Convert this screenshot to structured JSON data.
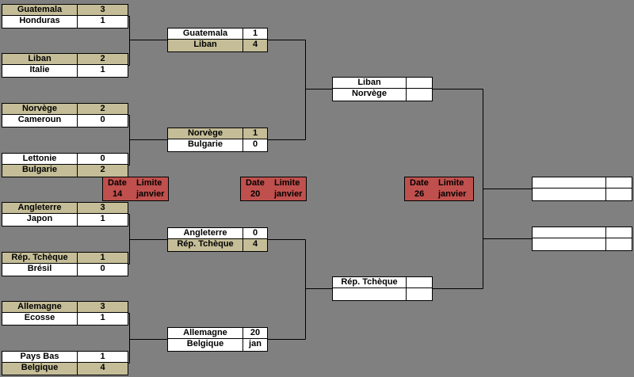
{
  "round1": [
    {
      "team1": {
        "name": "Guatemala",
        "score": "3",
        "winner": true
      },
      "team2": {
        "name": "Honduras",
        "score": "1",
        "winner": false
      }
    },
    {
      "team1": {
        "name": "Liban",
        "score": "2",
        "winner": true
      },
      "team2": {
        "name": "Italie",
        "score": "1",
        "winner": false
      }
    },
    {
      "team1": {
        "name": "Norvège",
        "score": "2",
        "winner": true
      },
      "team2": {
        "name": "Cameroun",
        "score": "0",
        "winner": false
      }
    },
    {
      "team1": {
        "name": "Lettonie",
        "score": "0",
        "winner": false
      },
      "team2": {
        "name": "Bulgarie",
        "score": "2",
        "winner": true
      }
    },
    {
      "team1": {
        "name": "Angleterre",
        "score": "3",
        "winner": true
      },
      "team2": {
        "name": "Japon",
        "score": "1",
        "winner": false
      }
    },
    {
      "team1": {
        "name": "Rép. Tchèque",
        "score": "1",
        "winner": true
      },
      "team2": {
        "name": "Brésil",
        "score": "0",
        "winner": false
      }
    },
    {
      "team1": {
        "name": "Allemagne",
        "score": "3",
        "winner": true
      },
      "team2": {
        "name": "Ecosse",
        "score": "1",
        "winner": false
      }
    },
    {
      "team1": {
        "name": "Pays Bas",
        "score": "1",
        "winner": false
      },
      "team2": {
        "name": "Belgique",
        "score": "4",
        "winner": true
      }
    }
  ],
  "round2": [
    {
      "team1": {
        "name": "Guatemala",
        "score": "1",
        "winner": false
      },
      "team2": {
        "name": "Liban",
        "score": "4",
        "winner": true
      }
    },
    {
      "team1": {
        "name": "Norvège",
        "score": "1",
        "winner": true
      },
      "team2": {
        "name": "Bulgarie",
        "score": "0",
        "winner": false
      }
    },
    {
      "team1": {
        "name": "Angleterre",
        "score": "0",
        "winner": false
      },
      "team2": {
        "name": "Rép. Tchèque",
        "score": "4",
        "winner": true
      }
    },
    {
      "team1": {
        "name": "Allemagne",
        "score": "20",
        "winner": false
      },
      "team2": {
        "name": "Belgique",
        "score": "jan",
        "winner": false
      }
    }
  ],
  "round3": [
    {
      "team1": {
        "name": "Liban",
        "score": "",
        "winner": false
      },
      "team2": {
        "name": "Norvège",
        "score": "",
        "winner": false
      }
    },
    {
      "team1": {
        "name": "Rép. Tchèque",
        "score": "",
        "winner": false
      },
      "team2": {
        "name": "",
        "score": "",
        "winner": false
      }
    }
  ],
  "round4": [
    {
      "team1": {
        "name": "",
        "score": "",
        "winner": false
      },
      "team2": {
        "name": "",
        "score": "",
        "winner": false
      }
    },
    {
      "team1": {
        "name": "",
        "score": "",
        "winner": false
      },
      "team2": {
        "name": "",
        "score": "",
        "winner": false
      }
    }
  ],
  "date_boxes": [
    {
      "date_label": "Date",
      "limit_label": "Limite",
      "day": "14",
      "month": "janvier"
    },
    {
      "date_label": "Date",
      "limit_label": "Limite",
      "day": "20",
      "month": "janvier"
    },
    {
      "date_label": "Date",
      "limit_label": "Limite",
      "day": "26",
      "month": "janvier"
    }
  ],
  "colors": {
    "background": "#808080",
    "winner_fill": "#c4bd97",
    "cell_fill": "#ffffff",
    "date_fill": "#c0504d"
  }
}
